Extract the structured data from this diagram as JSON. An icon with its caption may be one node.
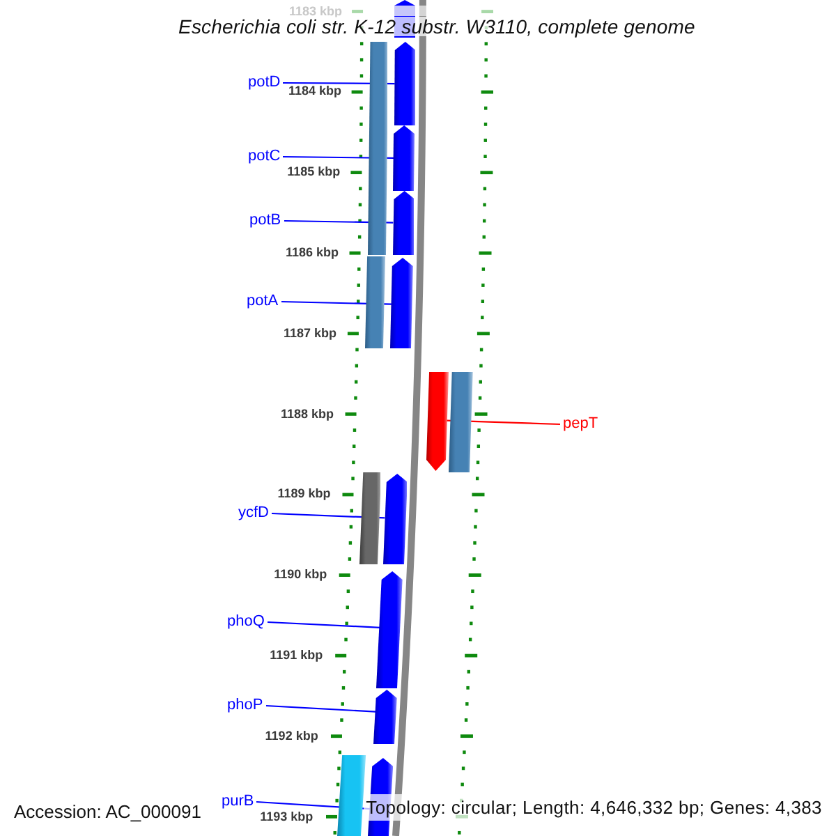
{
  "diagram": {
    "title": "Escherichia coli str. K-12 substr. W3110, complete genome",
    "nodes": [
      {
        "text": [],
        "shape": "pentagon"
      },
      {
        "text": [],
        "shape": "bar"
      },
      {
        "text": [
          "potD"
        ]
      },
      {
        "text": [],
        "shape": "pentagon"
      },
      {
        "text": [
          "potC"
        ]
      },
      {
        "text": [],
        "shape": "pentagon"
      },
      {
        "text": [
          "potB"
        ]
      },
      {
        "text": [],
        "shape": "pentagon"
      },
      {
        "text": [],
        "shape": "bar"
      },
      {
        "text": [
          "potA"
        ]
      },
      {
        "text": [],
        "shape": "pentagon"
      },
      {
        "text": [],
        "shape": "pentagon"
      },
      {
        "text": [],
        "shape": "bar"
      },
      {
        "text": [
          "pepT"
        ]
      },
      {
        "text": [],
        "shape": "bar"
      },
      {
        "text": [
          "ycfD"
        ]
      },
      {
        "text": [],
        "shape": "pentagon"
      },
      {
        "text": [
          "phoQ"
        ]
      },
      {
        "text": [],
        "shape": "pentagon"
      },
      {
        "text": [
          "phoP"
        ]
      },
      {
        "text": [],
        "shape": "pentagon"
      },
      {
        "text": [],
        "shape": "bar"
      },
      {
        "text": [
          "purB"
        ]
      },
      {
        "text": [],
        "shape": "pentagon"
      }
    ],
    "edges": [
      {
        "from": 2,
        "to": 3,
        "arrow": "none"
      },
      {
        "from": 4,
        "to": 5,
        "arrow": "none"
      },
      {
        "from": 6,
        "to": 7,
        "arrow": "none"
      },
      {
        "from": 9,
        "to": 10,
        "arrow": "none"
      },
      {
        "from": 13,
        "to": 11,
        "arrow": "none",
        "color": "#ff0000"
      },
      {
        "from": 15,
        "to": 16,
        "arrow": "none"
      },
      {
        "from": 17,
        "to": 18,
        "arrow": "none"
      },
      {
        "from": 19,
        "to": 20,
        "arrow": "none"
      },
      {
        "from": 22,
        "to": 23,
        "arrow": "none"
      }
    ],
    "labels": [
      "1183 kbp",
      "1184 kbp",
      "1185 kbp",
      "1186 kbp",
      "1187 kbp",
      "1188 kbp",
      "1189 kbp",
      "1190 kbp",
      "1191 kbp",
      "1192 kbp",
      "1193 kbp",
      "Accession: AC_000091",
      "Topology: circular; Length: 4,646,332 bp; Genes: 4,383"
    ]
  }
}
